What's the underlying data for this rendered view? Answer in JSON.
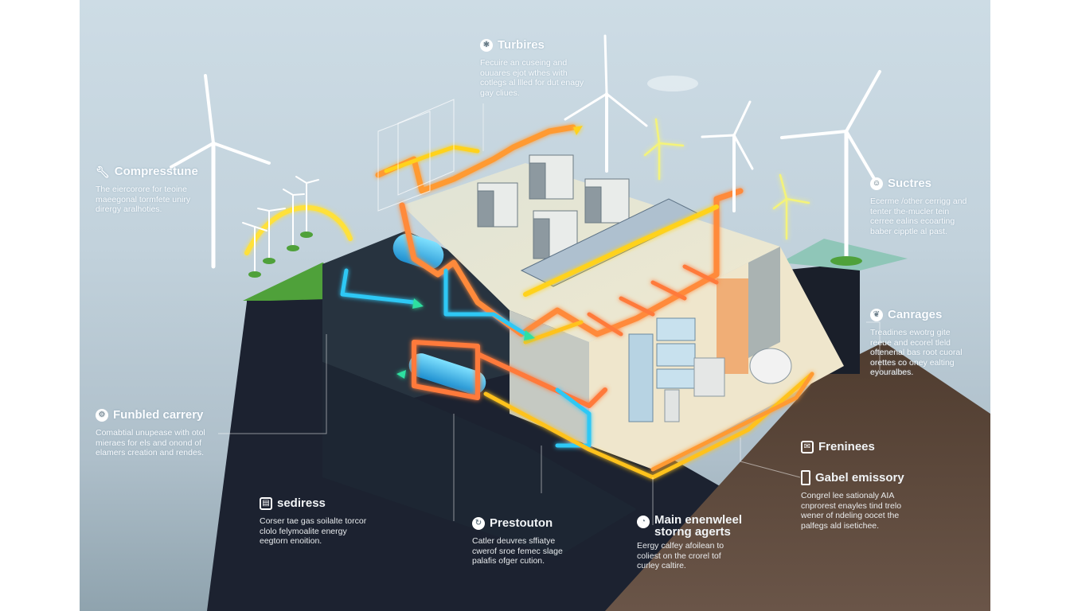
{
  "diagram": {
    "type": "isometric-energy-facility-infographic",
    "colors": {
      "sky_top": "#cddce5",
      "sky_bottom": "#8fa3ae",
      "ground_dark": "#1c2230",
      "ground_brown": "#5b4636",
      "grass": "#4fa13a",
      "platform_top": "#e7e4cf",
      "pipe_orange": "#ff8a3a",
      "pipe_yellow": "#ffd21f",
      "pipe_cyan": "#2ec8f5",
      "arrow_green": "#2fe0a0",
      "label_text": "#ffffff"
    }
  },
  "labels": [
    {
      "id": "turbines",
      "icon": "turbine-badge-icon",
      "title": "Turbires",
      "desc": "Fecuire an cuseing and ouuares ejot wthes with cotlegs al llled for dut enagy gay cliues."
    },
    {
      "id": "compressor",
      "icon": "wrench-icon",
      "title": "Compresstune",
      "desc": "The eiercorore for teoine maeegonal tormfete uniry dirergy aralhoties."
    },
    {
      "id": "sources",
      "icon": "badge-icon",
      "title": "Suctres",
      "desc": "Ecerme /other cerrigg and tenter the-mucler tein cerree ealins ecoarting baber cipptle al past."
    },
    {
      "id": "carriages",
      "icon": "leaf-badge-icon",
      "title": "Canrages",
      "desc": "Treadines ewotrg gite reeue and ecorel tleld oftenenal bas root cuoral orettes co oney ealting eyouralbes."
    },
    {
      "id": "funbled-carrery",
      "icon": "gear-cluster-icon",
      "title": "Funbled carrery",
      "desc": "Comabtial unupease with otol mieraes for els and onond of elamers creation and rendes."
    },
    {
      "id": "sediress",
      "icon": "storage-icon",
      "title": "sediress",
      "desc": "Corser tae gas soilalte torcor clolo felymoalite energy eegtorn enoition."
    },
    {
      "id": "prestouton",
      "icon": "refresh-icon",
      "title": "Prestouton",
      "desc": "Catler deuvres sffiatye cwerof sroe femec slage palafis ofger cution."
    },
    {
      "id": "main-storage",
      "icon": "gauge-icon",
      "title": "Main enenwleel storng agerts",
      "desc": "Eergy calfey afoilean to coliest on the crorel tof curley caltire."
    },
    {
      "id": "freninees",
      "icon": "envelope-icon",
      "title": "Freninees",
      "desc": ""
    },
    {
      "id": "gabel-emissory",
      "icon": "battery-icon",
      "title": "Gabel emissory",
      "desc": "Congrel lee sationaly AIA cnprorest enayles tind trelo wener of ndeling oocet the palfegs ald isetichee."
    }
  ]
}
